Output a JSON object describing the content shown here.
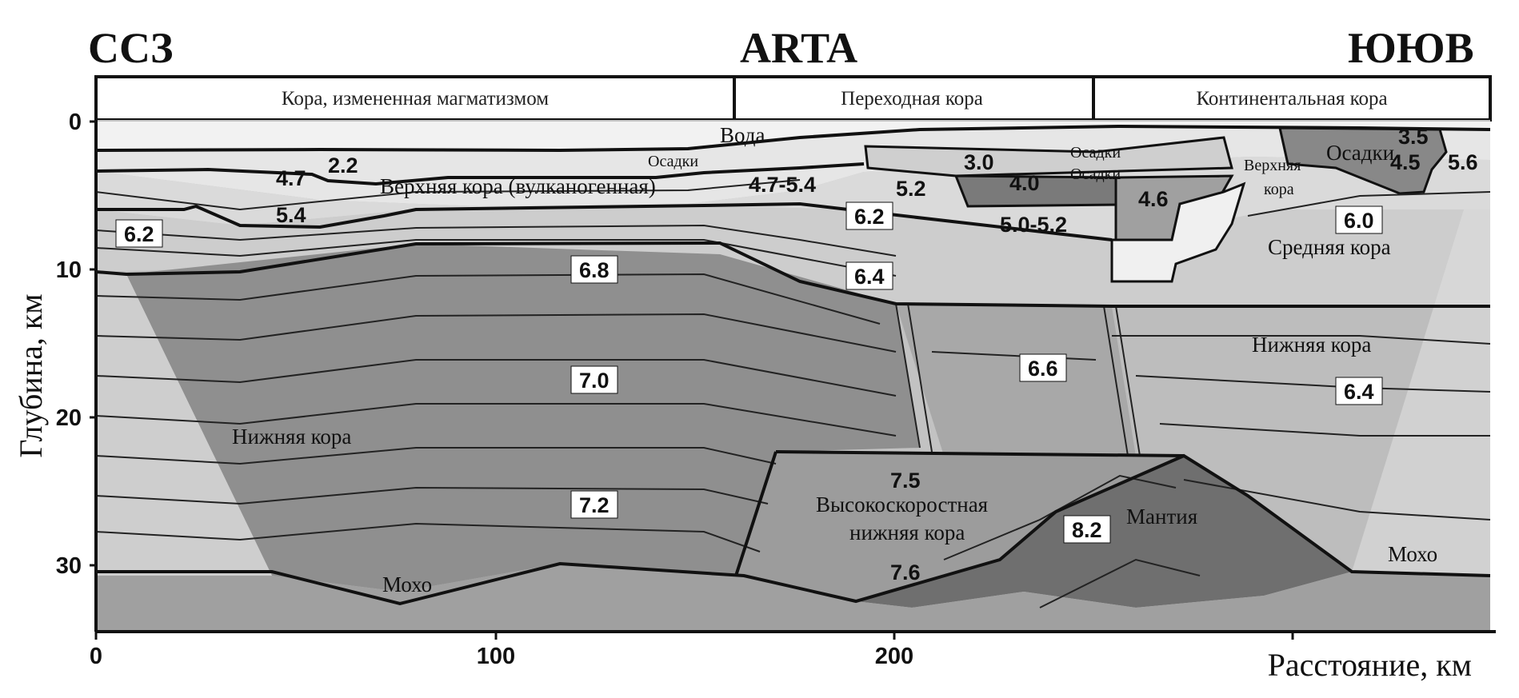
{
  "header": {
    "left": "ССЗ",
    "center": "ARTA",
    "right": "ЮЮВ"
  },
  "zones": [
    "Кора, измененная магматизмом",
    "Переходная кора",
    "Континентальная кора"
  ],
  "axes": {
    "y_title": "Глубина, км",
    "y_ticks": [
      "0",
      "10",
      "20",
      "30"
    ],
    "x_title": "Расстояние, км",
    "x_ticks": [
      "0",
      "100",
      "200"
    ]
  },
  "layer_labels": {
    "water": "Вода",
    "sediments_1": "Осадки",
    "sediments_2": "Осадки",
    "sediments_3": "Осадки",
    "sediments_4": "Осадки",
    "upper_crust_volcanic": "Верхняя кора (вулканогенная)",
    "upper_crust_line1": "Верхняя",
    "upper_crust_line2": "кора",
    "middle_crust": "Средняя кора",
    "lower_crust_left": "Нижняя кора",
    "lower_crust_right": "Нижняя кора",
    "hv_lower_crust_line1": "Высокоскоростная",
    "hv_lower_crust_line2": "нижняя кора",
    "mantle": "Мантия",
    "moho_left": "Мохо",
    "moho_right": "Мохо"
  },
  "velocities": {
    "v_2_2": "2.2",
    "v_4_7": "4.7",
    "v_5_4": "5.4",
    "v_6_2_left": "6.2",
    "v_6_8": "6.8",
    "v_7_0": "7.0",
    "v_7_2": "7.2",
    "v_4_7_5_4": "4.7-5.4",
    "v_5_2": "5.2",
    "v_6_2_mid": "6.2",
    "v_6_4_mid": "6.4",
    "v_3_0": "3.0",
    "v_4_0": "4.0",
    "v_4_6": "4.6",
    "v_5_0_5_2": "5.0-5.2",
    "v_6_6": "6.6",
    "v_7_5": "7.5",
    "v_7_6": "7.6",
    "v_8_2": "8.2",
    "v_3_5": "3.5",
    "v_4_5": "4.5",
    "v_5_6": "5.6",
    "v_6_0": "6.0",
    "v_6_4_right": "6.4"
  }
}
